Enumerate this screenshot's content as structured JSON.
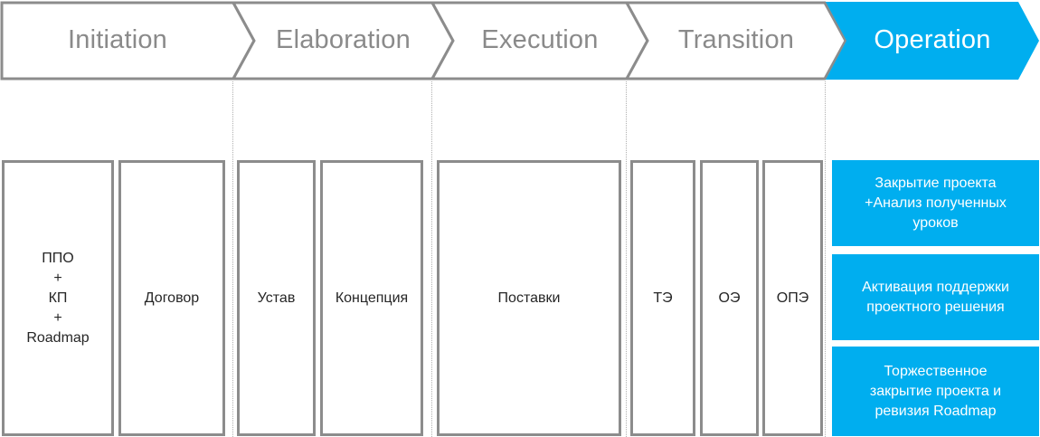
{
  "stages": [
    {
      "label": "Initiation",
      "active": false
    },
    {
      "label": "Elaboration",
      "active": false
    },
    {
      "label": "Execution",
      "active": false
    },
    {
      "label": "Transition",
      "active": false
    },
    {
      "label": "Operation",
      "active": true
    }
  ],
  "boxes": {
    "initiation": [
      "ППО\n+\nКП\n+\nRoadmap",
      "Договор"
    ],
    "elaboration": [
      "Устав",
      "Концепция"
    ],
    "execution": [
      "Поставки"
    ],
    "transition": [
      "ТЭ",
      "ОЭ",
      "ОПЭ"
    ],
    "operation": [
      "Закрытие проекта\n+Анализ полученных\nуроков",
      "Активация поддержки\nпроектного решения",
      "Торжественное\nзакрытие проекта и\nревизия Roadmap"
    ]
  },
  "colors": {
    "accent": "#00aeef",
    "border": "#8c8c8c",
    "inactive_text": "#8a8a8a"
  }
}
